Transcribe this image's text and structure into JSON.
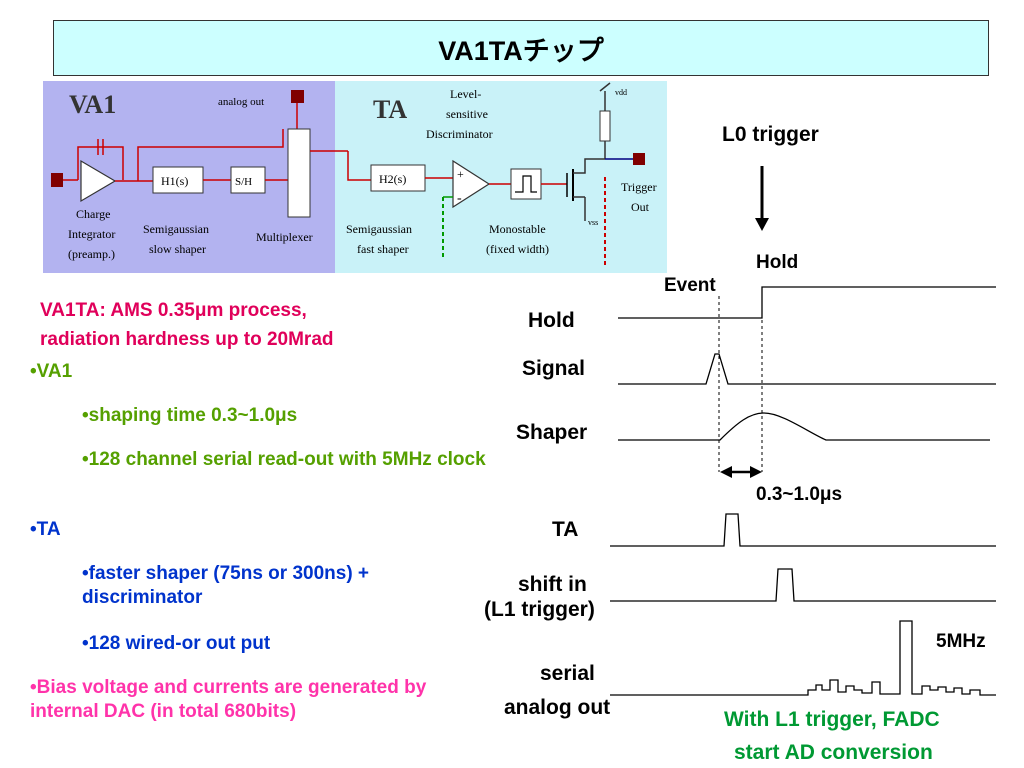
{
  "title": "VA1TAチップ",
  "schematic": {
    "va1_label": "VA1",
    "ta_label": "TA",
    "analog_out": "analog out",
    "level_sensitive": [
      "Level-",
      "sensitive",
      "Discriminator"
    ],
    "vdd": "vdd",
    "vss": "vss",
    "h1": "H1(s)",
    "sh": "S/H",
    "h2": "H2(s)",
    "charge_integrator": [
      "Charge",
      "Integrator",
      "(preamp.)"
    ],
    "semi_slow": [
      "Semigaussian",
      "slow shaper"
    ],
    "multiplexer": "Multiplexer",
    "semi_fast": [
      "Semigaussian",
      "fast shaper"
    ],
    "monostable": [
      "Monostable",
      "(fixed width)"
    ],
    "trigger_out": [
      "Trigger",
      "Out"
    ],
    "colors": {
      "va1_bg": "#b3b3f0",
      "ta_bg": "#c9f2f8",
      "wire": "#cc0000"
    }
  },
  "spec": [
    "VA1TA: AMS 0.35μm process,",
    "radiation hardness up to 20Mrad"
  ],
  "bullets": {
    "va1": "•VA1",
    "va1_shaping": "•shaping time 0.3~1.0μs",
    "va1_channels": "•128 channel serial read-out with 5MHz clock",
    "ta": "•TA",
    "ta_shaper": "•faster shaper (75ns or 300ns) + discriminator",
    "ta_wired": "•128 wired-or out put",
    "bias": "•Bias voltage and currents are generated by internal DAC (in total 680bits)"
  },
  "timing": {
    "l0_trigger": "L0 trigger",
    "hold_top": "Hold",
    "event": "Event",
    "hold": "Hold",
    "signal": "Signal",
    "shaper": "Shaper",
    "interval": "0.3~1.0μs",
    "ta": "TA",
    "shift_in": "shift in",
    "l1_trigger": "(L1 trigger)",
    "clock": "5MHz",
    "serial": "serial",
    "analog_out": "analog out",
    "fadc_note": [
      "With L1 trigger, FADC",
      "start AD conversion"
    ],
    "fadc_color": "#009933"
  }
}
